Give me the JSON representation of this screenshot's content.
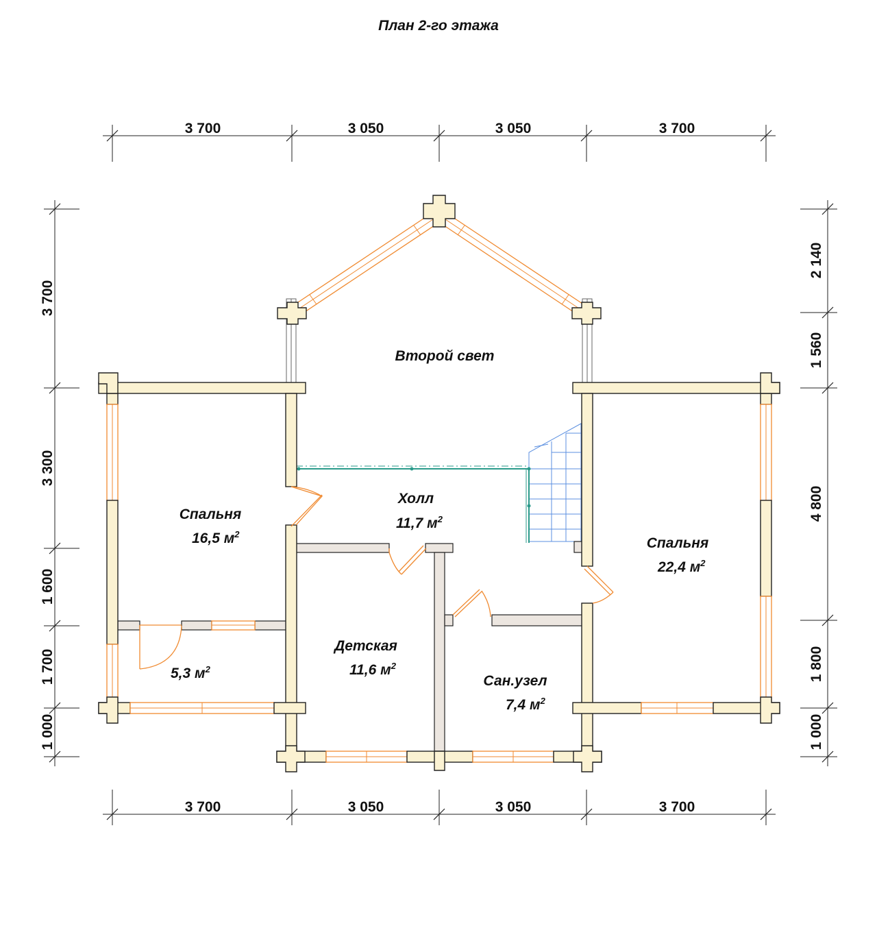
{
  "title": "План 2-го этажа",
  "dimensions": {
    "top": [
      "3 700",
      "3 050",
      "3 050",
      "3 700"
    ],
    "bottom": [
      "3 700",
      "3 050",
      "3 050",
      "3 700"
    ],
    "left": [
      "3 700",
      "3 300",
      "1 600",
      "1 700",
      "1 000"
    ],
    "right": [
      "2 140",
      "1 560",
      "4 800",
      "1 800",
      "1 000"
    ]
  },
  "rooms": {
    "second_light": {
      "name": "Второй свет"
    },
    "hall": {
      "name": "Холл",
      "area": "11,7 м",
      "sup": "2"
    },
    "bedroom_left": {
      "name": "Спальня",
      "area": "16,5 м",
      "sup": "2"
    },
    "bedroom_right": {
      "name": "Спальня",
      "area": "22,4 м",
      "sup": "2"
    },
    "closet": {
      "area": "5,3 м",
      "sup": "2"
    },
    "kids": {
      "name": "Детская",
      "area": "11,6 м",
      "sup": "2"
    },
    "bathroom": {
      "name": "Сан.узел",
      "area": "7,4 м",
      "sup": "2"
    }
  },
  "colors": {
    "log_wall": "#fbf2d2",
    "partition": "#ece6e0",
    "window_door": "#f08a30",
    "stair": "#5b8fe0",
    "railing": "#2a9a8a"
  }
}
